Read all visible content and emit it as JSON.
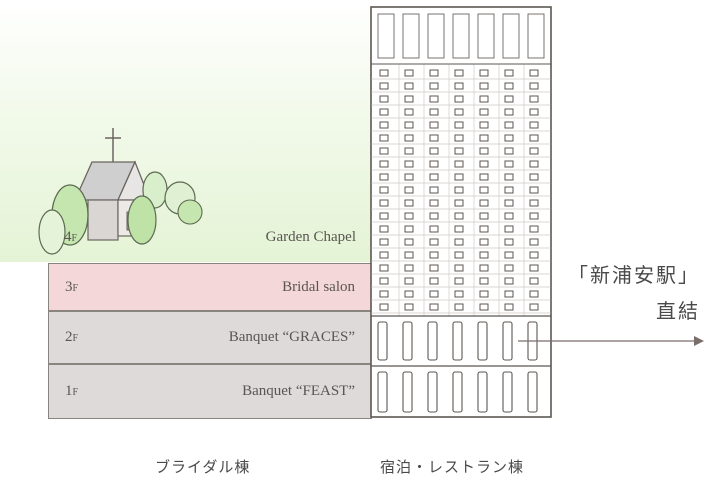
{
  "floors": [
    {
      "num": "4",
      "unit": "F",
      "name": "Garden Chapel"
    },
    {
      "num": "3",
      "unit": "F",
      "name": "Bridal salon"
    },
    {
      "num": "2",
      "unit": "F",
      "name": "Banquet “GRACES”"
    },
    {
      "num": "1",
      "unit": "F",
      "name": "Banquet “FEAST”"
    }
  ],
  "buildings": {
    "left": "ブライダル棟",
    "right": "宿泊・レストラン棟"
  },
  "station": {
    "line1": "「新浦安駅」",
    "line2": "直結"
  },
  "colors": {
    "bridal_salon": "#f3d7d9",
    "banquet": "#dedad9",
    "garden": "#e4f3d5"
  }
}
